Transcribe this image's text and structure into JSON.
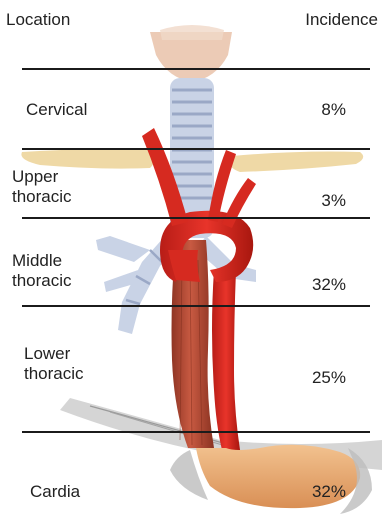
{
  "header": {
    "location": "Location",
    "incidence": "Incidence"
  },
  "regions": [
    {
      "line1": "Cervical",
      "line2": "",
      "incidence": "8%"
    },
    {
      "line1": "Upper",
      "line2": "thoracic",
      "incidence": "3%"
    },
    {
      "line1": "Middle",
      "line2": "thoracic",
      "incidence": "32%"
    },
    {
      "line1": "Lower",
      "line2": "thoracic",
      "incidence": "25%"
    },
    {
      "line1": "Cardia",
      "line2": "",
      "incidence": "32%"
    }
  ],
  "colors": {
    "esophagus": "#b94a35",
    "aorta": "#d82b22",
    "trachea": "#c9d3e6",
    "clavicle": "#efd9a6",
    "stomach": "#e6a86c",
    "diaphragm": "#b8b8b8"
  }
}
